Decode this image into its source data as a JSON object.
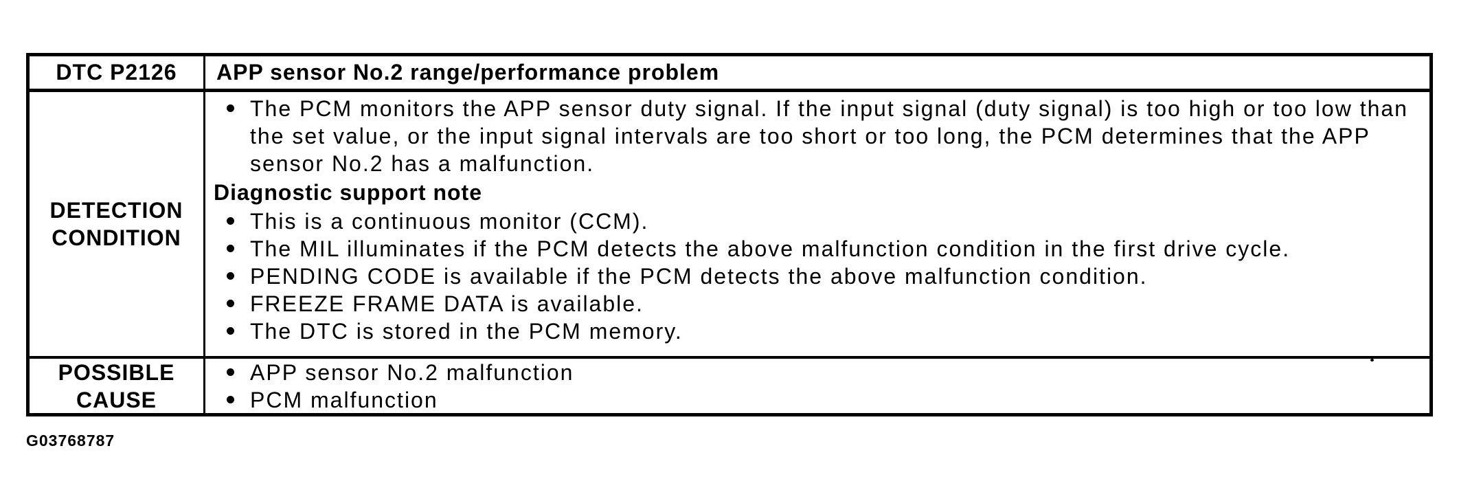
{
  "page": {
    "paper_color": "#ffffff",
    "ink_color": "#000000",
    "figure_id": "G03768787"
  },
  "table": {
    "header": {
      "code": "DTC P2126",
      "title": "APP sensor No.2 range/performance problem"
    },
    "detection": {
      "label_lines": [
        "DETECTION",
        "CONDITION"
      ],
      "blocks": [
        {
          "type": "bullet",
          "lines": [
            "The PCM monitors the APP sensor duty signal. If the input signal (duty signal) is too high or too low than",
            "the set value, or the input signal intervals are too short or too long, the PCM determines that the APP",
            "sensor No.2 has a malfunction."
          ]
        },
        {
          "type": "heading",
          "text": "Diagnostic support note"
        },
        {
          "type": "bullet",
          "lines": [
            "This is a continuous monitor (CCM)."
          ]
        },
        {
          "type": "bullet",
          "lines": [
            "The MIL illuminates if the PCM detects the above malfunction condition in the first drive cycle."
          ]
        },
        {
          "type": "bullet",
          "lines": [
            "PENDING CODE is available if the PCM detects the above malfunction condition."
          ]
        },
        {
          "type": "bullet",
          "lines": [
            "FREEZE FRAME DATA is available."
          ]
        },
        {
          "type": "bullet",
          "lines": [
            "The DTC is stored in the PCM memory."
          ]
        }
      ]
    },
    "possible_cause": {
      "label_lines": [
        "POSSIBLE",
        "CAUSE"
      ],
      "blocks": [
        {
          "type": "bullet",
          "lines": [
            "APP sensor No.2 malfunction"
          ]
        },
        {
          "type": "bullet",
          "lines": [
            "PCM malfunction"
          ]
        }
      ]
    }
  }
}
